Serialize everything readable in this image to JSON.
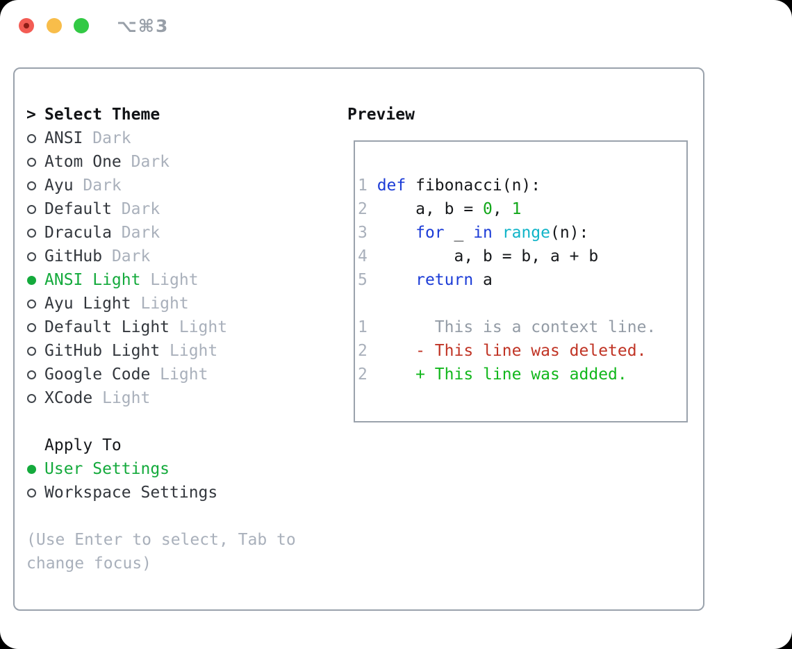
{
  "window": {
    "title": "⌥⌘3",
    "traffic_lights": [
      "close",
      "minimize",
      "zoom"
    ]
  },
  "sidebar": {
    "header": {
      "prefix": ">",
      "label": "Select Theme"
    },
    "themes": [
      {
        "name": "ANSI",
        "variant": "Dark",
        "selected": false
      },
      {
        "name": "Atom One",
        "variant": "Dark",
        "selected": false
      },
      {
        "name": "Ayu",
        "variant": "Dark",
        "selected": false
      },
      {
        "name": "Default",
        "variant": "Dark",
        "selected": false
      },
      {
        "name": "Dracula",
        "variant": "Dark",
        "selected": false
      },
      {
        "name": "GitHub",
        "variant": "Dark",
        "selected": false
      },
      {
        "name": "ANSI Light",
        "variant": "Light",
        "selected": true
      },
      {
        "name": "Ayu Light",
        "variant": "Light",
        "selected": false
      },
      {
        "name": "Default Light",
        "variant": "Light",
        "selected": false
      },
      {
        "name": "GitHub Light",
        "variant": "Light",
        "selected": false
      },
      {
        "name": "Google Code",
        "variant": "Light",
        "selected": false
      },
      {
        "name": "XCode",
        "variant": "Light",
        "selected": false
      }
    ],
    "apply_to": {
      "header": "Apply To",
      "options": [
        {
          "name": "User Settings",
          "selected": true
        },
        {
          "name": "Workspace Settings",
          "selected": false
        }
      ]
    },
    "hint_lines": [
      "(Use Enter to select, Tab to",
      "change focus)"
    ]
  },
  "preview": {
    "header": "Preview",
    "lines": [
      {
        "num": "1",
        "segments": [
          {
            "t": "def",
            "c": "kw"
          },
          {
            "t": " fibonacci(n):",
            "c": "plain"
          }
        ]
      },
      {
        "num": "2",
        "segments": [
          {
            "t": "    a, b = ",
            "c": "plain"
          },
          {
            "t": "0",
            "c": "num"
          },
          {
            "t": ", ",
            "c": "plain"
          },
          {
            "t": "1",
            "c": "num"
          }
        ]
      },
      {
        "num": "3",
        "segments": [
          {
            "t": "    ",
            "c": "plain"
          },
          {
            "t": "for",
            "c": "kw"
          },
          {
            "t": " _ ",
            "c": "plain"
          },
          {
            "t": "in",
            "c": "kw"
          },
          {
            "t": " ",
            "c": "plain"
          },
          {
            "t": "range",
            "c": "fn"
          },
          {
            "t": "(n):",
            "c": "plain"
          }
        ]
      },
      {
        "num": "4",
        "segments": [
          {
            "t": "        a, b = b, a + b",
            "c": "plain"
          }
        ]
      },
      {
        "num": "5",
        "segments": [
          {
            "t": "    ",
            "c": "plain"
          },
          {
            "t": "return",
            "c": "kw"
          },
          {
            "t": " a",
            "c": "plain"
          }
        ]
      },
      {
        "num": "",
        "segments": []
      },
      {
        "num": "1",
        "segments": [
          {
            "t": "      This is a context line.",
            "c": "ctx"
          }
        ]
      },
      {
        "num": "2",
        "segments": [
          {
            "t": "    - This line was deleted.",
            "c": "del"
          }
        ]
      },
      {
        "num": "2",
        "segments": [
          {
            "t": "    + This line was added.",
            "c": "add"
          }
        ]
      }
    ]
  },
  "colors": {
    "selection_green": "#14aa3c",
    "added_green": "#12b71c",
    "number_green": "#12a71a",
    "keyword_blue": "#1c3cd7",
    "builtin_cyan": "#10b4c8",
    "deleted_red": "#c03425",
    "muted_gray": "#a9b0bb",
    "context_gray": "#939ba5",
    "text_dark": "#33373d",
    "border_gray": "#9aa2ac",
    "traffic_red": "#f35c54",
    "traffic_yellow": "#f8bd4a",
    "traffic_green": "#32c944"
  }
}
